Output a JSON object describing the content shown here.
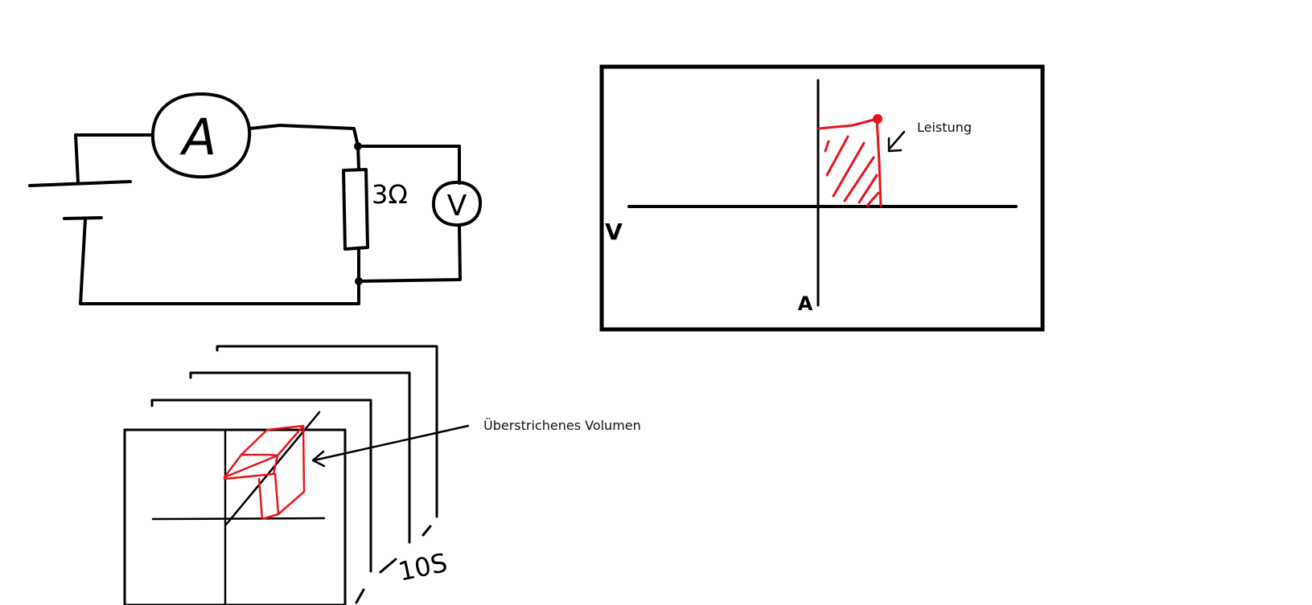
{
  "circuit": {
    "ammeter_symbol": "A",
    "voltmeter_symbol": "V",
    "resistor_label": "3Ω"
  },
  "vi_graph": {
    "x_axis_label": "V",
    "y_axis_label": "A",
    "annotation": "Leistung"
  },
  "volume_sketch": {
    "time_label": "10S",
    "annotation": "Überstrichenes Volumen"
  },
  "colors": {
    "ink": "#000000",
    "highlight": "#e8141c"
  }
}
